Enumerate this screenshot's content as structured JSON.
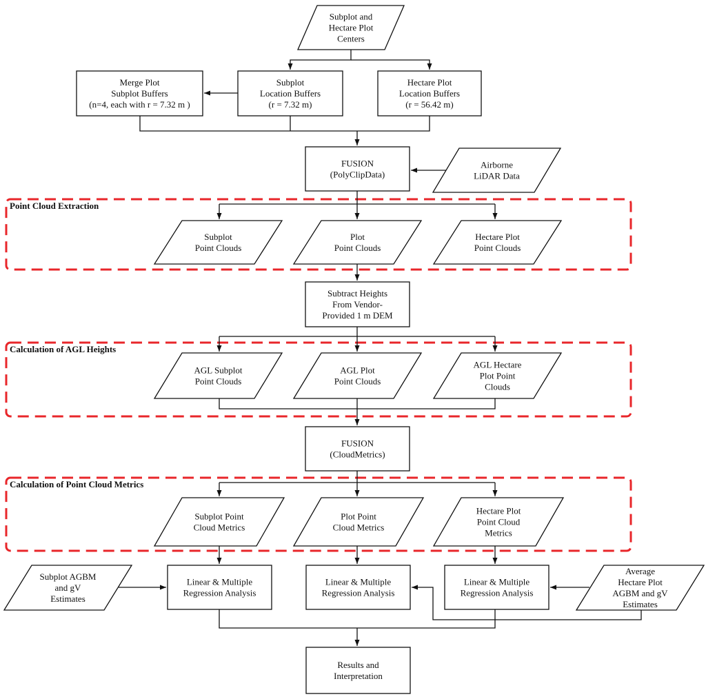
{
  "nodes": {
    "centers": {
      "shape": "data",
      "lines": [
        "Subplot and",
        "Hectare Plot",
        "Centers"
      ]
    },
    "merge": {
      "shape": "process",
      "lines": [
        "Merge Plot",
        "Subplot Buffers",
        "(n=4, each with r = 7.32 m )"
      ]
    },
    "subplot_buf": {
      "shape": "process",
      "lines": [
        "Subplot",
        "Location Buffers",
        "(r = 7.32 m)"
      ]
    },
    "hectare_buf": {
      "shape": "process",
      "lines": [
        "Hectare Plot",
        "Location Buffers",
        "(r = 56.42 m)"
      ]
    },
    "fusion1": {
      "shape": "process",
      "lines": [
        "FUSION",
        "(PolyClipData)"
      ]
    },
    "lidar": {
      "shape": "data",
      "lines": [
        "Airborne",
        "LiDAR Data"
      ]
    },
    "pc_subplot": {
      "shape": "data",
      "lines": [
        "Subplot",
        "Point Clouds"
      ]
    },
    "pc_plot": {
      "shape": "data",
      "lines": [
        "Plot",
        "Point Clouds"
      ]
    },
    "pc_hectare": {
      "shape": "data",
      "lines": [
        "Hectare Plot",
        "Point Clouds"
      ]
    },
    "subtract": {
      "shape": "process",
      "lines": [
        "Subtract Heights",
        "From Vendor-",
        "Provided 1 m DEM"
      ]
    },
    "agl_subplot": {
      "shape": "data",
      "lines": [
        "AGL Subplot",
        "Point Clouds"
      ]
    },
    "agl_plot": {
      "shape": "data",
      "lines": [
        "AGL Plot",
        "Point Clouds"
      ]
    },
    "agl_hectare": {
      "shape": "data",
      "lines": [
        "AGL Hectare",
        "Plot Point",
        "Clouds"
      ]
    },
    "fusion2": {
      "shape": "process",
      "lines": [
        "FUSION",
        "(CloudMetrics)"
      ]
    },
    "m_subplot": {
      "shape": "data",
      "lines": [
        "Subplot Point",
        "Cloud Metrics"
      ]
    },
    "m_plot": {
      "shape": "data",
      "lines": [
        "Plot Point",
        "Cloud Metrics"
      ]
    },
    "m_hectare": {
      "shape": "data",
      "lines": [
        "Hectare Plot",
        "Point Cloud",
        "Metrics"
      ]
    },
    "est_subplot": {
      "shape": "data",
      "lines": [
        "Subplot AGBM",
        "and gV",
        "Estimates"
      ]
    },
    "reg1": {
      "shape": "process",
      "lines": [
        "Linear & Multiple",
        "Regression Analysis"
      ]
    },
    "reg2": {
      "shape": "process",
      "lines": [
        "Linear & Multiple",
        "Regression Analysis"
      ]
    },
    "reg3": {
      "shape": "process",
      "lines": [
        "Linear & Multiple",
        "Regression Analysis"
      ]
    },
    "est_hectare": {
      "shape": "data",
      "lines": [
        "Average",
        "Hectare Plot",
        "AGBM and gV",
        "Estimates"
      ]
    },
    "results": {
      "shape": "process",
      "lines": [
        "Results and",
        "Interpretation"
      ]
    }
  },
  "groups": [
    {
      "id": "extraction",
      "label": "Point Cloud Extraction"
    },
    {
      "id": "agl",
      "label": "Calculation of AGL Heights"
    },
    {
      "id": "metrics",
      "label": "Calculation of  Point Cloud Metrics"
    }
  ],
  "colors": {
    "group_border": "#e8262a",
    "line": "#111111",
    "fill": "#ffffff"
  }
}
